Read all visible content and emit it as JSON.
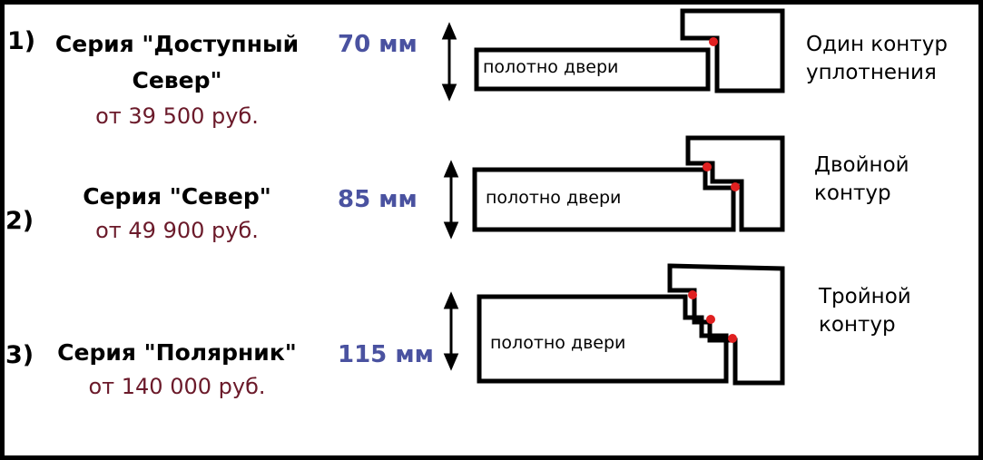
{
  "rows": [
    {
      "num": "1)",
      "title_line1": "Серия \"Доступный",
      "title_line2": "Север\"",
      "price": "от 39 500 руб.",
      "thickness": "70 мм",
      "door_label": "полотно двери",
      "contour_line1": "Один контур",
      "contour_line2": "уплотнения",
      "seal_points": 1
    },
    {
      "num": "2)",
      "title_line1": "Серия \"Север\"",
      "price": "от 49 900 руб.",
      "thickness": "85 мм",
      "door_label": "полотно двери",
      "contour_line1": "Двойной",
      "contour_line2": "контур",
      "seal_points": 2
    },
    {
      "num": "3)",
      "title_line1": "Серия \"Полярник\"",
      "price": "от 140 000 руб.",
      "thickness": "115 мм",
      "door_label": "полотно двери",
      "contour_line1": "Тройной",
      "contour_line2": "контур",
      "seal_points": 3
    }
  ],
  "colors": {
    "price": "#6b1a2a",
    "thickness": "#4a52a0",
    "seal": "#e02020"
  }
}
